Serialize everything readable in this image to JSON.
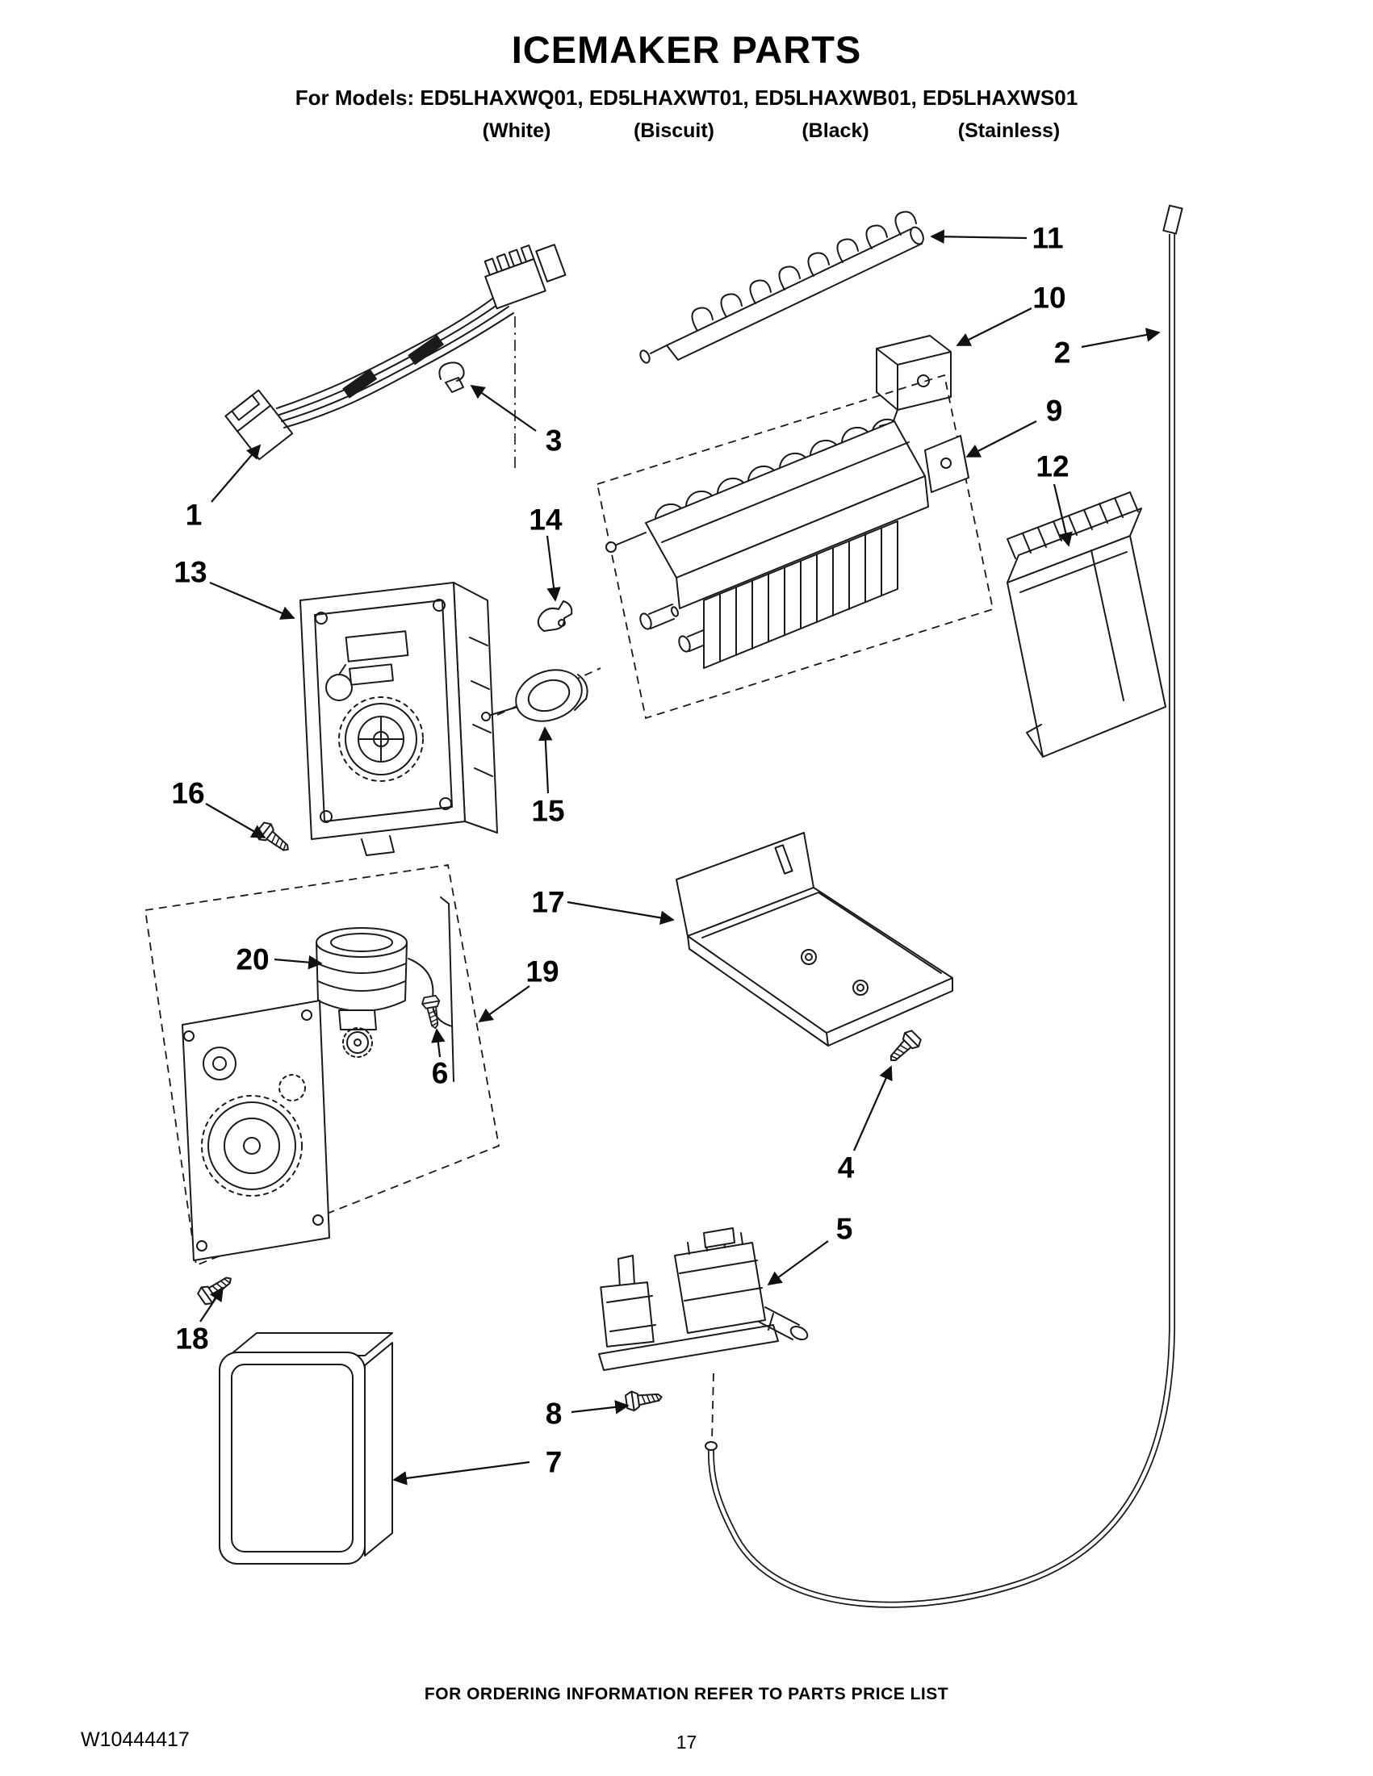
{
  "page": {
    "title": "ICEMAKER PARTS",
    "models_line": "For Models: ED5LHAXWQ01, ED5LHAXWT01, ED5LHAXWB01, ED5LHAXWS01",
    "finishes": [
      "(White)",
      "(Biscuit)",
      "(Black)",
      "(Stainless)"
    ],
    "footer_note": "FOR ORDERING INFORMATION REFER TO PARTS PRICE LIST",
    "doc_number": "W10444417",
    "page_number": "17"
  },
  "diagram": {
    "callouts": [
      {
        "label": "1",
        "part": "wire-harness"
      },
      {
        "label": "2",
        "part": "water-fill-tube"
      },
      {
        "label": "3",
        "part": "harness-clip"
      },
      {
        "label": "4",
        "part": "screw"
      },
      {
        "label": "5",
        "part": "water-inlet-valve"
      },
      {
        "label": "6",
        "part": "screw"
      },
      {
        "label": "7",
        "part": "ice-container"
      },
      {
        "label": "8",
        "part": "screw"
      },
      {
        "label": "9",
        "part": "icemaker-assembly"
      },
      {
        "label": "10",
        "part": "shutoff-arm-bracket"
      },
      {
        "label": "11",
        "part": "ice-stripper"
      },
      {
        "label": "12",
        "part": "icemaker-cover"
      },
      {
        "label": "13",
        "part": "module-housing"
      },
      {
        "label": "14",
        "part": "wire-clip"
      },
      {
        "label": "15",
        "part": "thermostat"
      },
      {
        "label": "16",
        "part": "screw"
      },
      {
        "label": "17",
        "part": "ice-shield"
      },
      {
        "label": "18",
        "part": "screw"
      },
      {
        "label": "19",
        "part": "drive-assembly"
      },
      {
        "label": "20",
        "part": "gear-motor"
      }
    ]
  }
}
